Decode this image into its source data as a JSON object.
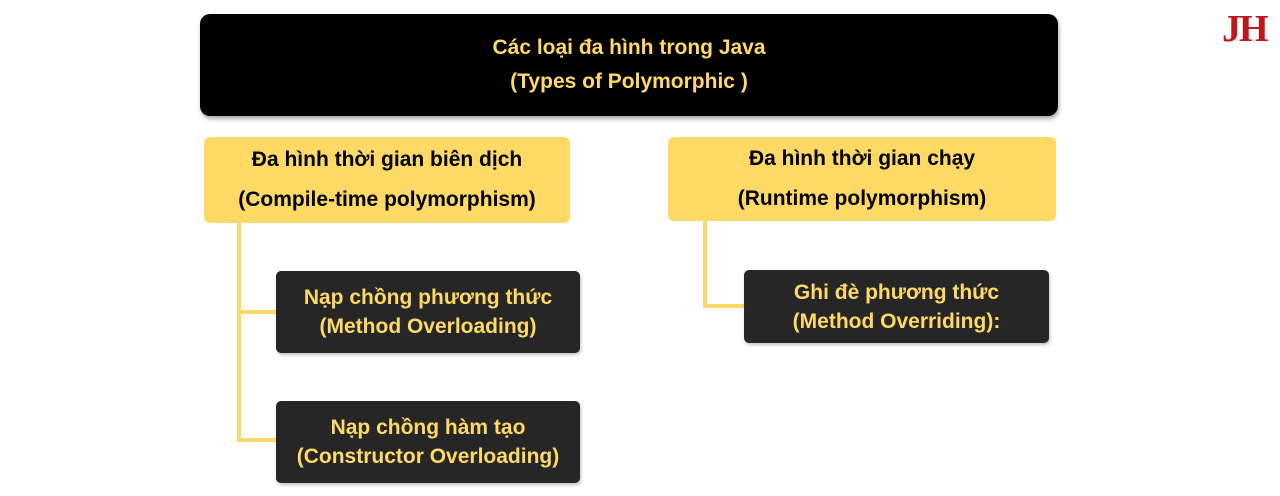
{
  "logo": {
    "text": "JH"
  },
  "root": {
    "line1": "Các loại đa hình trong Java",
    "line2": "(Types of Polymorphic )"
  },
  "categories": [
    {
      "line1": "Đa hình thời gian biên dịch",
      "line2": "(Compile-time polymorphism)",
      "children": [
        {
          "line1": "Nạp chồng phương thức",
          "line2": "(Method Overloading)"
        },
        {
          "line1": "Nạp chồng hàm tạo",
          "line2": "(Constructor Overloading)"
        }
      ]
    },
    {
      "line1": "Đa hình thời gian chạy",
      "line2": "(Runtime polymorphism)",
      "children": [
        {
          "line1": "Ghi đè phương thức",
          "line2": "(Method Overriding):"
        }
      ]
    }
  ],
  "colors": {
    "accent_yellow": "#ffd966",
    "root_bg": "#000000",
    "leaf_bg": "#262626",
    "logo_red": "#c0161c"
  }
}
